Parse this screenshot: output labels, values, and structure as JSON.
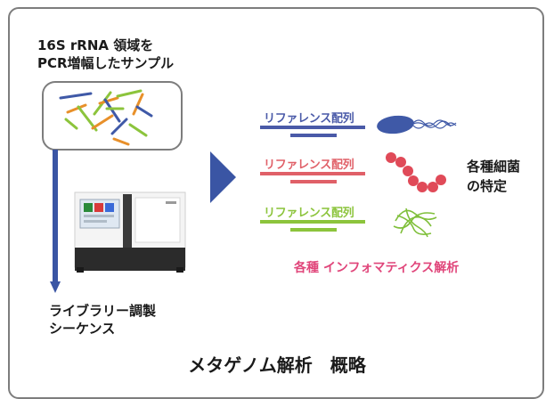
{
  "sample_label_line1": "16S rRNA 領域を",
  "sample_label_line2": "PCR増幅したサンプル",
  "sequencing_label_line1": "ライブラリー調製",
  "sequencing_label_line2": "シーケンス",
  "references": [
    {
      "label": "リファレンス配列",
      "color": "#4a5aa8"
    },
    {
      "label": "リファレンス配列",
      "color": "#e06068"
    },
    {
      "label": "リファレンス配列",
      "color": "#8cc43c"
    }
  ],
  "identification_line1": "各種細菌",
  "identification_line2": "の特定",
  "bioinformatics_label": "各種 インフォマティクス解析",
  "footer_title": "メタゲノム解析　概略",
  "colors": {
    "frame": "#7d7d7d",
    "arrow": "#3a55a4",
    "pink_text": "#e0457a",
    "bacteria_blue": "#3f59a7",
    "bacteria_red": "#e04a58",
    "bacteria_green": "#7fbf3a",
    "fragment_orange": "#e8902a"
  },
  "icons": [
    "dna-fragments-icon",
    "sequencer-icon",
    "rod-bacterium-icon",
    "coccus-chain-icon",
    "spirochete-cluster-icon"
  ]
}
